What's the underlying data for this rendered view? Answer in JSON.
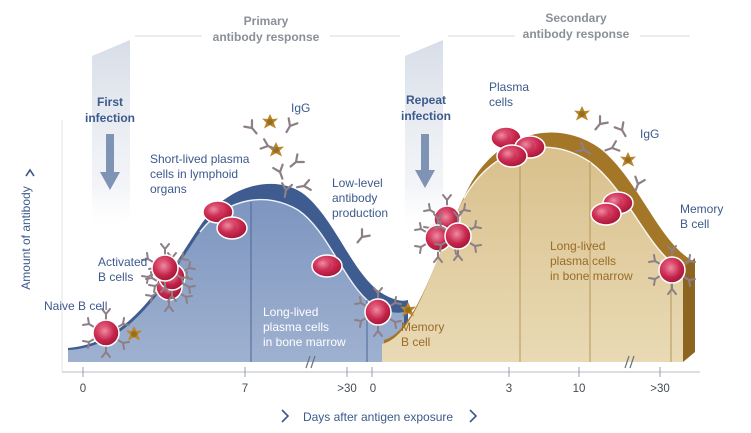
{
  "headers": {
    "primary_line1": "Primary",
    "primary_line2": "antibody response",
    "secondary_line1": "Secondary",
    "secondary_line2": "antibody response"
  },
  "arrows": {
    "first_line1": "First",
    "first_line2": "infection",
    "repeat_line1": "Repeat",
    "repeat_line2": "infection"
  },
  "labels": {
    "naive_b_cell": "Naive B cell",
    "activated_line1": "Activated",
    "activated_line2": "B cells",
    "short_lived_line1": "Short-lived plasma",
    "short_lived_line2": "cells in lymphoid",
    "short_lived_line3": "organs",
    "igg_primary": "IgG",
    "low_level_line1": "Low-level",
    "low_level_line2": "antibody",
    "low_level_line3": "production",
    "long_lived_primary_line1": "Long-lived",
    "long_lived_primary_line2": "plasma cells",
    "long_lived_primary_line3": "in bone marrow",
    "memory_primary_line1": "Memory",
    "memory_primary_line2": "B cell",
    "plasma_cells_line1": "Plasma",
    "plasma_cells_line2": "cells",
    "igg_secondary": "IgG",
    "long_lived_secondary_line1": "Long-lived",
    "long_lived_secondary_line2": "plasma cells",
    "long_lived_secondary_line3": "in bone marrow",
    "memory_secondary_line1": "Memory",
    "memory_secondary_line2": "B cell"
  },
  "axes": {
    "y_label": "Amount of antibody",
    "x_label": "Days after antigen exposure",
    "ticks": [
      "0",
      "7",
      ">30",
      "0",
      "3",
      "10",
      ">30"
    ]
  },
  "colors": {
    "primary_curve": "#8aa0c6",
    "primary_curve_dark": "#3e5c8f",
    "secondary_curve": "#dcc79a",
    "secondary_curve_dark": "#a47628",
    "text_blue": "#3d5a8c",
    "cell_red": "#c1274b",
    "antigen_gold": "#b8862b"
  }
}
